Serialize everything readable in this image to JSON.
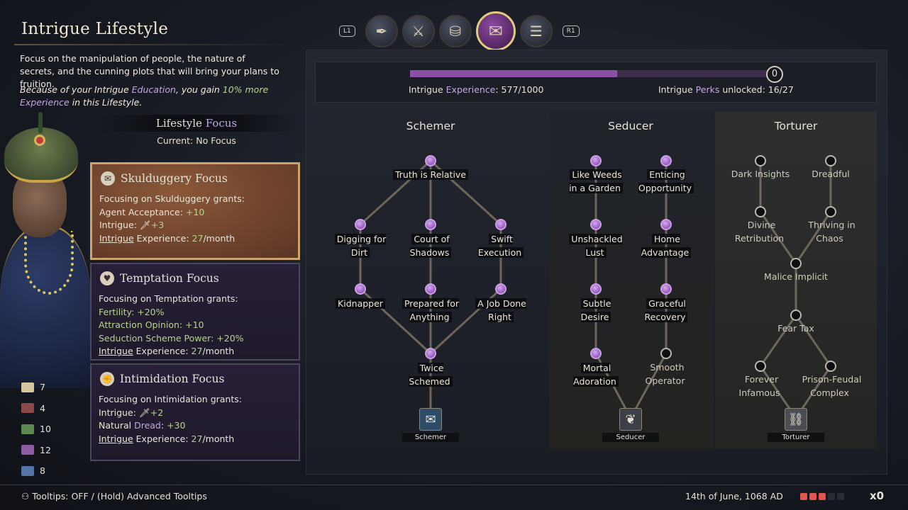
{
  "lifestyle": {
    "title": "Intrigue Lifestyle",
    "desc": "Focus on the manipulation of people, the nature of secrets, and the cunning plots that will bring your plans to fruition.",
    "bonus_pre": "Because of your Intrigue ",
    "bonus_edu": "Education",
    "bonus_mid": ", you gain ",
    "bonus_pct": "10% more",
    "bonus_xp": "Experience",
    "bonus_post": " in this Lifestyle."
  },
  "tabs": {
    "prev_hint": "L1",
    "next_hint": "R1",
    "items": [
      {
        "name": "Diplomacy",
        "icon": "scroll-quill-icon"
      },
      {
        "name": "Martial",
        "icon": "helmet-swords-icon"
      },
      {
        "name": "Stewardship",
        "icon": "treasure-chest-icon"
      },
      {
        "name": "Intrigue",
        "icon": "sealed-letter-icon"
      },
      {
        "name": "Learning",
        "icon": "books-icon"
      }
    ]
  },
  "focus": {
    "header_a": "Lifestyle ",
    "header_b": "Focus",
    "current": "Current: No Focus",
    "cards": [
      {
        "title": "Skulduggery Focus",
        "grants": "Focusing on Skulduggery grants:",
        "line1_label": "Agent Acceptance: ",
        "line1_val": "+10",
        "line2_label": "Intrigue: ",
        "line2_val": "+3",
        "xp_a": "Intrigue",
        "xp_b": " Experience: ",
        "xp_val": "27",
        "xp_c": "/month"
      },
      {
        "title": "Temptation Focus",
        "grants": "Focusing on Temptation grants:",
        "line1_label": "Fertility: ",
        "line1_val": "+20%",
        "line2_label": "Attraction Opinion: ",
        "line2_val": "+10",
        "line3_label": "Seduction Scheme Power: ",
        "line3_val": "+20%",
        "xp_a": "Intrigue",
        "xp_b": " Experience: ",
        "xp_val": "27",
        "xp_c": "/month"
      },
      {
        "title": "Intimidation Focus",
        "grants": "Focusing on Intimidation grants:",
        "line1_label": "Intrigue: ",
        "line1_val": "+2",
        "line2_label_a": "Natural ",
        "line2_label_b": "Dread",
        "line2_label_c": ": ",
        "line2_val": "+30",
        "xp_a": "Intrigue",
        "xp_b": " Experience: ",
        "xp_val": "27",
        "xp_c": "/month"
      }
    ]
  },
  "stats": [
    {
      "value": "7",
      "icon": "scroll-icon",
      "color": "#d6c7a1"
    },
    {
      "value": "4",
      "icon": "crossed-swords-icon",
      "color": "#8b4a4a"
    },
    {
      "value": "10",
      "icon": "coin-icon",
      "color": "#5c8a4e"
    },
    {
      "value": "12",
      "icon": "dagger-icon",
      "color": "#8f5aa6"
    },
    {
      "value": "8",
      "icon": "book-icon",
      "color": "#5575a6"
    }
  ],
  "experience": {
    "progress": 0.577,
    "perk_points": "0",
    "xp_a": "Intrigue ",
    "xp_b": "Experience",
    "xp_c": ": 577/1000",
    "perks_a": "Intrigue ",
    "perks_b": "Perks",
    "perks_c": " unlocked: 16/27"
  },
  "trees": {
    "schemer": {
      "title": "Schemer",
      "name": "Schemer",
      "perks": [
        {
          "label": "Truth is Relative",
          "unlocked": true
        },
        {
          "label": "Digging for Dirt",
          "unlocked": true
        },
        {
          "label": "Court of Shadows",
          "unlocked": true
        },
        {
          "label": "Swift Execution",
          "unlocked": true
        },
        {
          "label": "Kidnapper",
          "unlocked": true
        },
        {
          "label": "Prepared for Anything",
          "unlocked": true
        },
        {
          "label": "A Job Done Right",
          "unlocked": true
        },
        {
          "label": "Twice Schemed",
          "unlocked": true
        }
      ]
    },
    "seducer": {
      "title": "Seducer",
      "name": "Seducer",
      "perks": [
        {
          "label": "Like Weeds in a Garden",
          "unlocked": true
        },
        {
          "label": "Enticing Opportunity",
          "unlocked": true
        },
        {
          "label": "Unshackled Lust",
          "unlocked": true
        },
        {
          "label": "Home Advantage",
          "unlocked": true
        },
        {
          "label": "Subtle Desire",
          "unlocked": true
        },
        {
          "label": "Graceful Recovery",
          "unlocked": true
        },
        {
          "label": "Mortal Adoration",
          "unlocked": true
        },
        {
          "label": "Smooth Operator",
          "unlocked": false
        }
      ]
    },
    "torturer": {
      "title": "Torturer",
      "name": "Torturer",
      "perks": [
        {
          "label": "Dark Insights",
          "unlocked": false
        },
        {
          "label": "Dreadful",
          "unlocked": false
        },
        {
          "label": "Divine Retribution",
          "unlocked": false
        },
        {
          "label": "Thriving in Chaos",
          "unlocked": false
        },
        {
          "label": "Malice Implicit",
          "unlocked": false
        },
        {
          "label": "Fear Tax",
          "unlocked": false
        },
        {
          "label": "Forever Infamous",
          "unlocked": false
        },
        {
          "label": "Prison-Feudal Complex",
          "unlocked": false
        }
      ]
    }
  },
  "footer": {
    "tooltips": "Tooltips: OFF / (Hold) Advanced Tooltips",
    "date": "14th of June, 1068 AD",
    "multiplier": "x0",
    "speed_colors": [
      "#e0554d",
      "#e0554d",
      "#e0554d",
      "#2a2c31",
      "#2a2c31"
    ]
  }
}
